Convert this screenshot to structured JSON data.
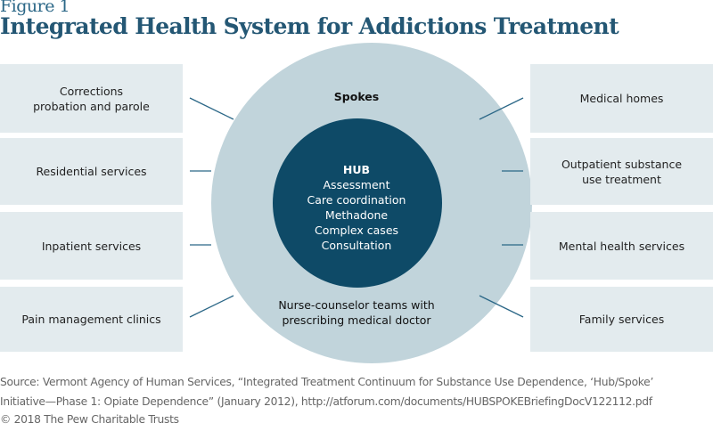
{
  "figure_label": "Figure 1",
  "title": "Integrated Health System for Addictions Treatment",
  "left_boxes": [
    "Corrections\nprobation and parole",
    "Residential services",
    "Inpatient services",
    "Pain management clinics"
  ],
  "right_boxes": [
    "Medical homes",
    "Outpatient substance\nuse treatment",
    "Mental health services",
    "Family services"
  ],
  "spokes_label": "Spokes",
  "spokes_description": [
    "Nurse-counselor teams with",
    "prescribing medical doctor"
  ],
  "hub": {
    "label": "HUB",
    "items": [
      "Assessment",
      "Care coordination",
      "Methadone",
      "Complex cases",
      "Consultation"
    ]
  },
  "source": [
    "Source: Vermont Agency of Human Services, “Integrated Treatment Continuum for Substance Use Dependence, ‘Hub/Spoke’",
    "Initiative—Phase 1: Opiate Dependence” (January 2012), http://atforum.com/documents/HUBSPOKEBriefingDocV122112.pdf"
  ],
  "copyright": "© 2018 The Pew Charitable Trusts",
  "colors": {
    "title": "#245774",
    "outer_circle": "#c1d4db",
    "hub": "#0e4a67",
    "box": "#e3ebee",
    "connector": "#2b6787"
  }
}
